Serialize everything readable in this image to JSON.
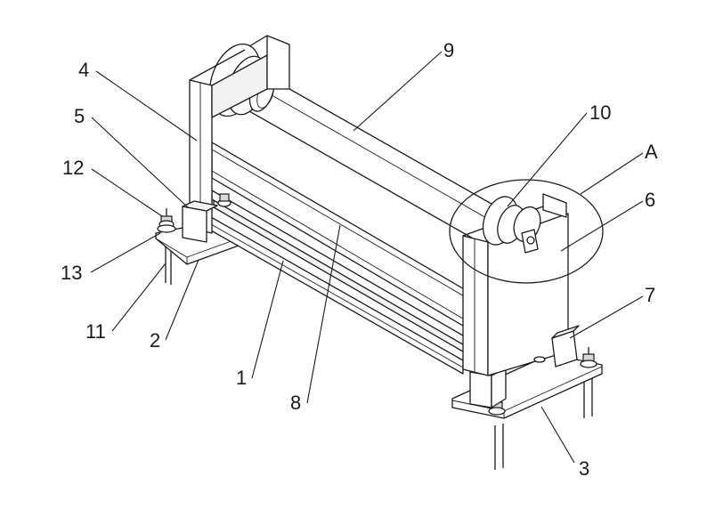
{
  "callouts": {
    "c1": "1",
    "c2": "2",
    "c3": "3",
    "c4": "4",
    "c5": "5",
    "c6": "6",
    "c7": "7",
    "c8": "8",
    "c9": "9",
    "c10": "10",
    "c11": "11",
    "c12": "12",
    "c13": "13",
    "cA": "A"
  }
}
